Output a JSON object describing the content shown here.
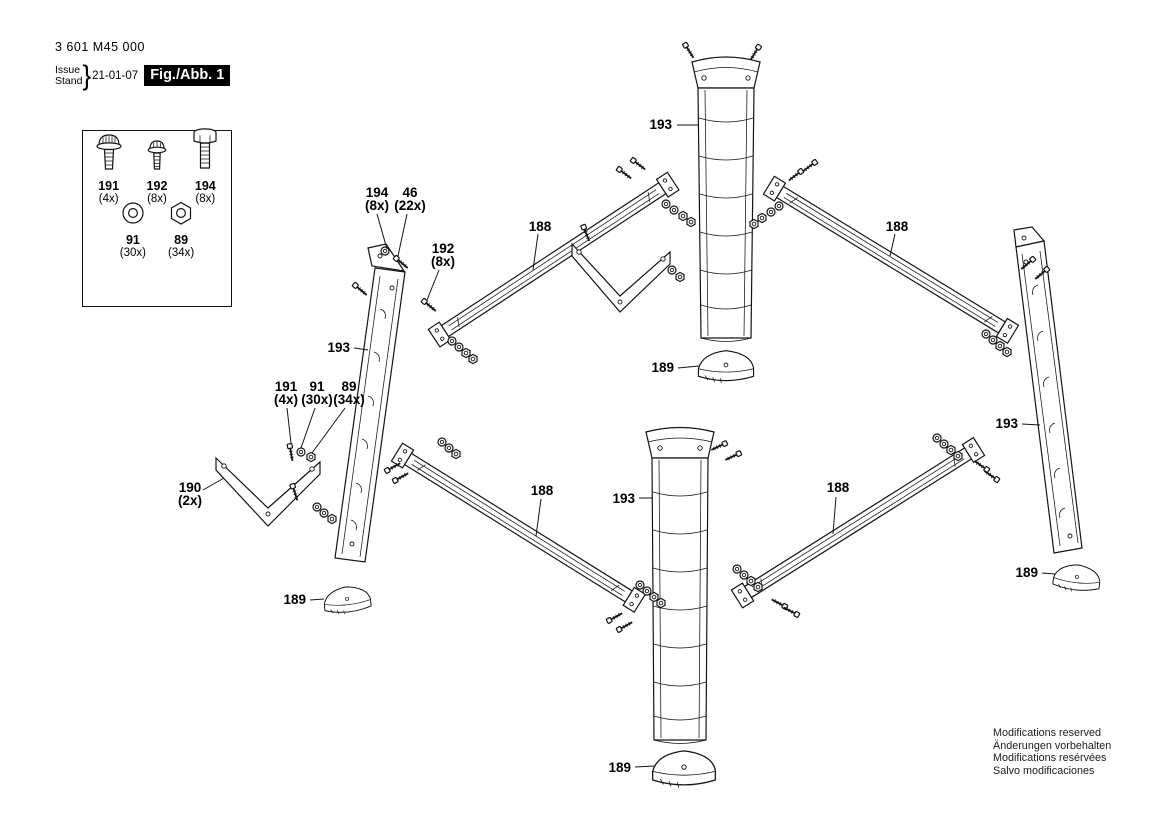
{
  "header": {
    "part_number": "3 601 M45 000",
    "issue_label": "Issue",
    "stand_label": "Stand",
    "brace": "}",
    "date": "21-01-07",
    "figure_label": "Fig./Abb. 1"
  },
  "legend": {
    "items": [
      {
        "id": "191",
        "qty": "(4x)"
      },
      {
        "id": "192",
        "qty": "(8x)"
      },
      {
        "id": "194",
        "qty": "(8x)"
      },
      {
        "id": "91",
        "qty": "(30x)"
      },
      {
        "id": "89",
        "qty": "(34x)"
      }
    ]
  },
  "callouts": {
    "leg": "193",
    "crossbar": "188",
    "foot": "189",
    "bracket_id": "190",
    "bracket_qty": "(2x)",
    "bolt194_id": "194",
    "bolt194_qty": "(8x)",
    "screw46_id": "46",
    "screw46_qty": "(22x)",
    "screw192_id": "192",
    "screw192_qty": "(8x)",
    "screw191_id": "191",
    "screw191_qty": "(4x)",
    "washer91_id": "91",
    "washer91_qty": "(30x)",
    "nut89_id": "89",
    "nut89_qty": "(34x)"
  },
  "footer": {
    "lines": [
      "Modifications reserved",
      "Änderungen vorbehalten",
      "Modifications resérvées",
      "Salvo modificaciones"
    ]
  }
}
